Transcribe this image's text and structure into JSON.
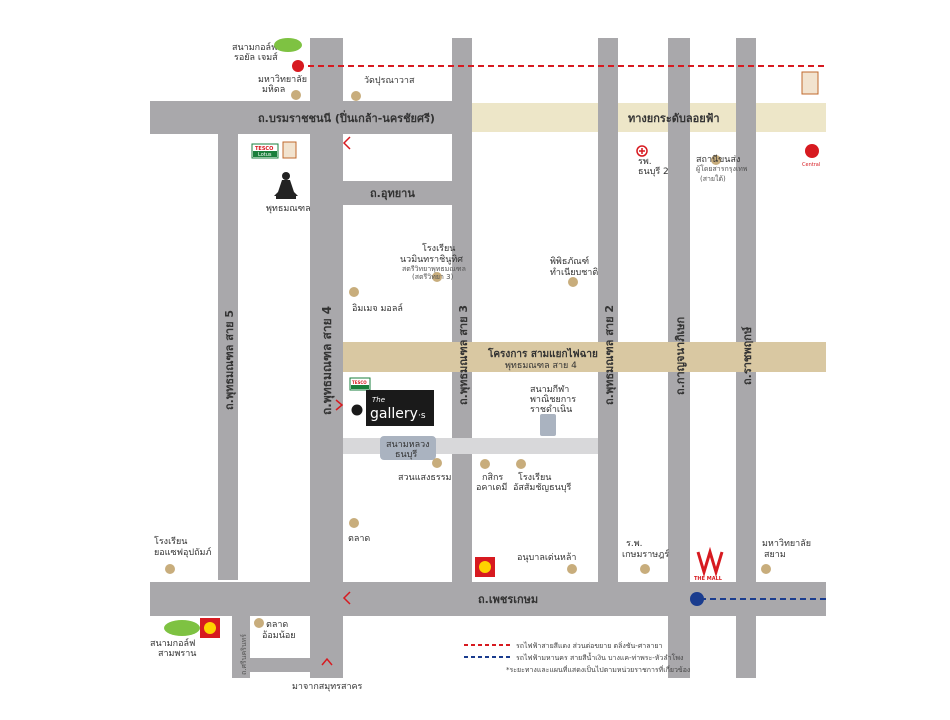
{
  "colors": {
    "road": "#a9a8ab",
    "expressway": "#ede6c8",
    "project_band": "#d9c8a2",
    "poi_dot": "#c8ad7c",
    "red_line": "#d71a20",
    "blue_line": "#1a3c8e",
    "golf_green": "#7ec242"
  },
  "roads": {
    "borom": "ถ.บรมราชชนนี (ปิ่นเกล้า-นครชัยศรี)",
    "expressway": "ทางยกระดับลอยฟ้า",
    "uthayan": "ถ.อุทยาน",
    "phutthamonthon5": "ถ.พุทธมณฑล สาย 5",
    "phutthamonthon4": "ถ.พุทธมณฑล สาย 4",
    "phutthamonthon3": "ถ.พุทธมณฑล สาย 3",
    "phutthamonthon2": "ถ.พุทธมณฑล สาย 2",
    "kanchana": "ถ.กาญจนาภิเษก",
    "ratchaphruek": "ถ.ราชพฤกษ์",
    "phetkasem": "ถ.เพชรเกษม",
    "project_line1": "โครงการ สามแยกไฟฉาย",
    "project_line2": "พุทธมณฑล สาย 4",
    "sanam_luang": "สนามหลวง",
    "sanam_luang2": "ธนบุรี",
    "bottom_exit": "มาจากสมุทรสาคร",
    "soi_left": "ถ.ศรีนครินทร์"
  },
  "labels": {
    "golf_royal": "สนามกอล์ฟ",
    "golf_royal2": "รอยัล เจมส์",
    "mahidol": "มหาวิทยาลัย",
    "mahidol2": "มหิดล",
    "wat": "วัดปุรณาวาส",
    "phutthamonthon": "พุทธมณฑล",
    "hospital": "รพ.",
    "hospital2": "ธนบุรี 2",
    "bus_station": "สถานีขนส่ง",
    "bus_station2": "ผู้โดยสารกรุงเทพ",
    "bus_station3": "(สายใต้)",
    "school1": "โรงเรียน",
    "school1b": "นวมินทราชินูทิศ",
    "school1c": "สตรีวิทยาพุทธมณฑล",
    "school1d": "(สตรีวิทยา 3)",
    "museum": "พิพิธภัณฑ์",
    "museum2": "ทำเนียบชาติ",
    "imperial": "อิมเมจ มอลล์",
    "stadium": "สนามกีฬา",
    "stadium2": "พาณิชยการ",
    "stadium3": "ราชดำเนิน",
    "park": "สวนแสงธรรม",
    "academy": "กสิกร",
    "academy2": "อคาเดมี",
    "school2": "โรงเรียน",
    "school2b": "อัสสัมชัญธนบุรี",
    "school3": "โรงเรียน",
    "school3b": "ยอแซฟอุปถัมภ์",
    "market": "ตลาด",
    "kindergarten": "อนุบาลเด่นหล้า",
    "hospital3": "ร.พ.",
    "hospital3b": "เกษมราษฎร์",
    "siam_uni": "มหาวิทยาลัย",
    "siam_uni2": "สยาม",
    "market2": "ตลาด",
    "market2b": "อ้อมน้อย",
    "golf_sampran": "สนามกอล์ฟ",
    "golf_sampran2": "สามพราน",
    "the_mall": "THE MALL",
    "central": "Central",
    "tesco": "TESCO",
    "tesco2": "Lotus",
    "big_c": "Big C",
    "gallery_the": "The",
    "gallery_main": "gallery",
    "gallery_s": "·s"
  },
  "legend": {
    "red": "รถไฟฟ้าสายสีแดง ส่วนต่อขยาย ตลิ่งชัน-ศาลายา",
    "blue": "รถไฟฟ้ามหานคร สายสีน้ำเงิน บางแค-ท่าพระ-หัวลำโพง",
    "note": "*ระยะทางและแผนที่แสดงเป็นไปตามหน่วยราชการที่เกี่ยวข้อง"
  },
  "icons": {
    "buddha": "buddha-statue-icon",
    "hospital": "hospital-cross-icon",
    "central": "central-logo-icon",
    "pin": "project-location-icon"
  }
}
